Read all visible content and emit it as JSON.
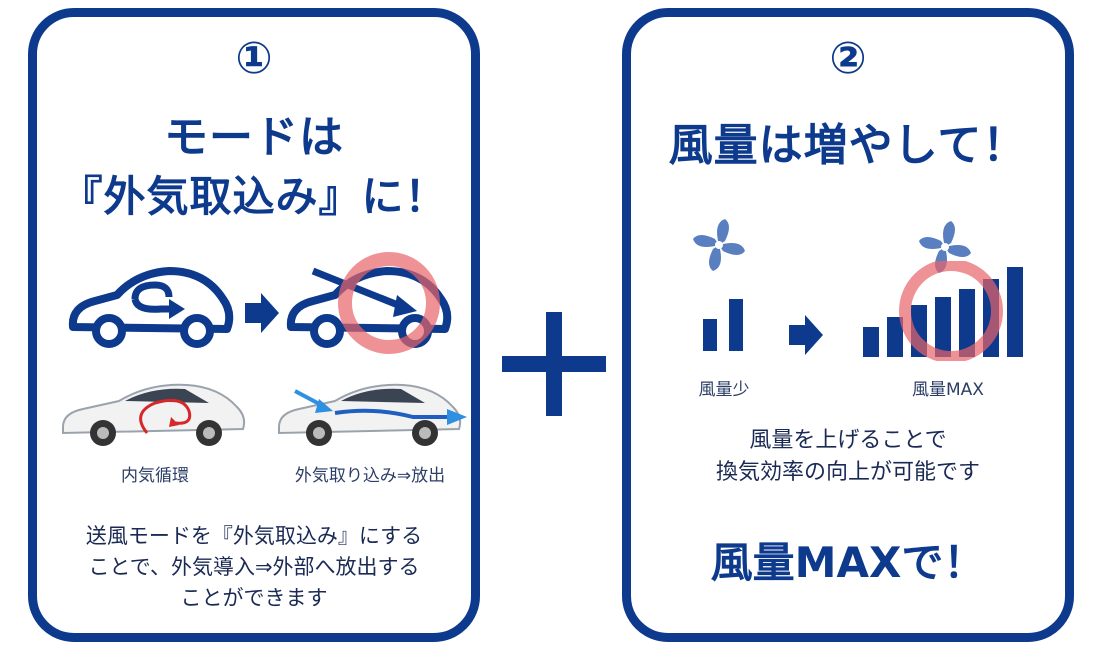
{
  "panel1": {
    "number": "①",
    "title_line1": "モードは",
    "title_line2": "『外気取込み』に！",
    "label_left": "内気循環",
    "label_right": "外気取り込み⇒放出",
    "desc_line1": "送風モードを『外気取込み』にする",
    "desc_line2": "ことで、外気導入⇒外部へ放出する",
    "desc_line3": "ことができます"
  },
  "panel2": {
    "number": "②",
    "title": "風量は増やして！",
    "label_low": "風量少",
    "label_max": "風量MAX",
    "desc_line1": "風量を上げることで",
    "desc_line2": "換気効率の向上が可能です",
    "big_text": "風量MAXで！"
  },
  "colors": {
    "navy": "#0d3a8c",
    "fan_blue": "#5a7fc0",
    "circle_red": "#e8646a"
  }
}
